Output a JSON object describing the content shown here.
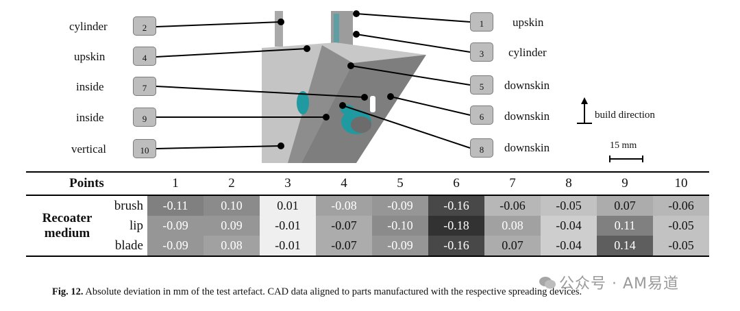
{
  "callouts_left": [
    {
      "text": "cylinder",
      "number": "2"
    },
    {
      "text": "upskin",
      "number": "4"
    },
    {
      "text": "inside",
      "number": "7"
    },
    {
      "text": "inside",
      "number": "9"
    },
    {
      "text": "vertical",
      "number": "10"
    }
  ],
  "callouts_right": [
    {
      "text": "upskin",
      "number": "1"
    },
    {
      "text": "cylinder",
      "number": "3"
    },
    {
      "text": "downskin",
      "number": "5"
    },
    {
      "text": "downskin",
      "number": "6"
    },
    {
      "text": "downskin",
      "number": "8"
    }
  ],
  "build_direction_label": "build direction",
  "scale_label": "15 mm",
  "table": {
    "points_header": "Points",
    "columns": [
      "1",
      "2",
      "3",
      "4",
      "5",
      "6",
      "7",
      "8",
      "9",
      "10"
    ],
    "group_label_line1": "Recoater",
    "group_label_line2": "medium",
    "rows": [
      {
        "label": "brush",
        "values": [
          "-0.11",
          "0.10",
          "0.01",
          "-0.08",
          "-0.09",
          "-0.16",
          "-0.06",
          "-0.05",
          "0.07",
          "-0.06"
        ]
      },
      {
        "label": "lip",
        "values": [
          "-0.09",
          "0.09",
          "-0.01",
          "-0.07",
          "-0.10",
          "-0.18",
          "0.08",
          "-0.04",
          "0.11",
          "-0.05"
        ]
      },
      {
        "label": "blade",
        "values": [
          "-0.09",
          "0.08",
          "-0.01",
          "-0.07",
          "-0.09",
          "-0.16",
          "0.07",
          "-0.04",
          "0.14",
          "-0.05"
        ]
      }
    ]
  },
  "caption": {
    "label": "Fig. 12.",
    "text": "Absolute deviation in mm of the test artefact. CAD data aligned to parts manufactured with the respective spreading devices."
  },
  "watermark": "公众号 · AM易道"
}
